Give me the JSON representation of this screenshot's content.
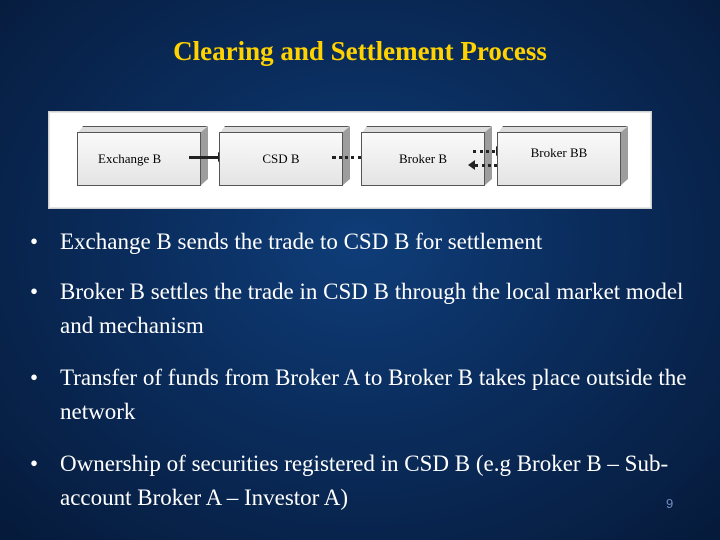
{
  "slide": {
    "title": "Clearing and Settlement Process",
    "page_number": "9"
  },
  "diagram": {
    "nodes": [
      {
        "label": "Exchange B"
      },
      {
        "label": "CSD B"
      },
      {
        "label": "Broker B"
      },
      {
        "label": "Broker BB"
      }
    ]
  },
  "bullets": [
    {
      "text": "Exchange B sends the trade to CSD B for settlement"
    },
    {
      "text": "Broker B settles the trade in CSD B through the local market model and mechanism"
    },
    {
      "text": "Transfer of funds from Broker A to Broker B takes place outside the network"
    },
    {
      "text": "Ownership of securities registered in CSD B (e.g Broker B – Sub-account Broker A – Investor A)"
    }
  ]
}
